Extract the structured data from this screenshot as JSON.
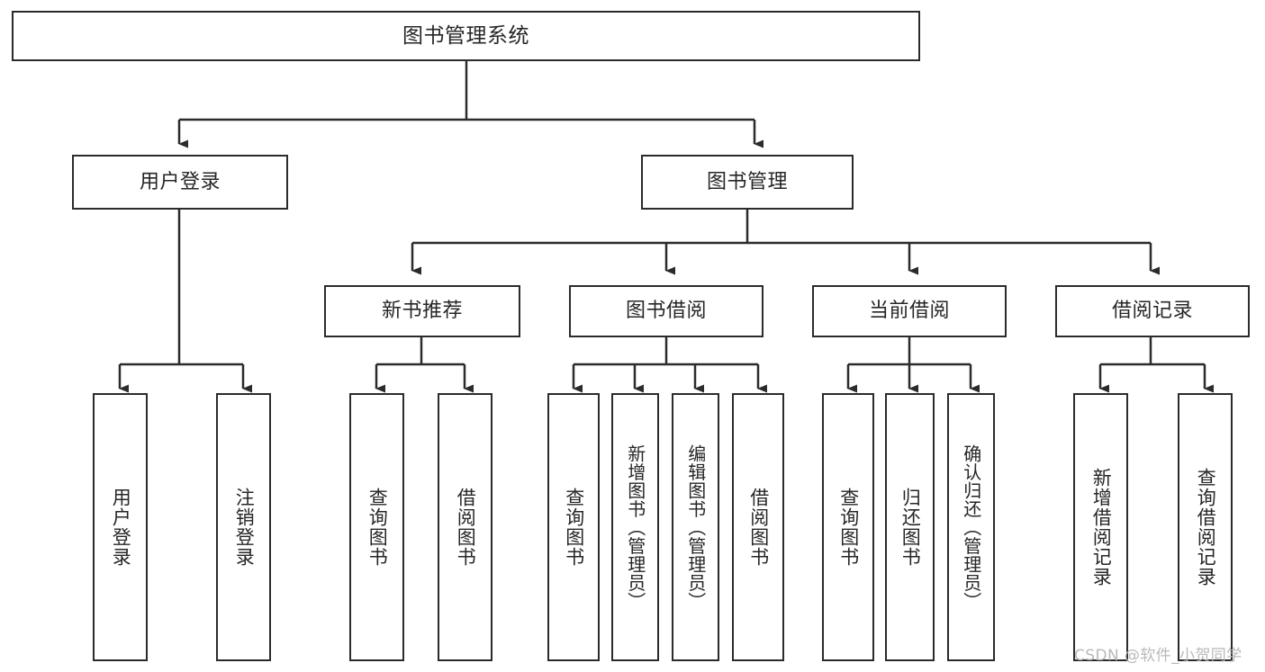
{
  "diagram": {
    "type": "tree-hierarchy-chart",
    "title": "图书管理系统",
    "stroke_color": "#2b2b2b",
    "text_color": "#262626",
    "background_color": "#ffffff",
    "root": {
      "label": "图书管理系统"
    },
    "level2": [
      {
        "label": "用户登录"
      },
      {
        "label": "图书管理"
      }
    ],
    "level3": [
      {
        "label": "新书推荐"
      },
      {
        "label": "图书借阅"
      },
      {
        "label": "当前借阅"
      },
      {
        "label": "借阅记录"
      }
    ],
    "leaves": {
      "user_login": [
        {
          "label": "用户登录"
        },
        {
          "label": "注销登录"
        }
      ],
      "new_book_recommend": [
        {
          "label": "查询图书"
        },
        {
          "label": "借阅图书"
        }
      ],
      "book_borrow": [
        {
          "label": "查询图书"
        },
        {
          "label": "新增图书（管理员）"
        },
        {
          "label": "编辑图书（管理员）"
        },
        {
          "label": "借阅图书"
        }
      ],
      "current_borrow": [
        {
          "label": "查询图书"
        },
        {
          "label": "归还图书"
        },
        {
          "label": "确认归还（管理员）"
        }
      ],
      "borrow_record": [
        {
          "label": "新增借阅记录"
        },
        {
          "label": "查询借阅记录"
        }
      ]
    }
  },
  "watermark": {
    "text": "CSDN @软件_小贺同学"
  }
}
